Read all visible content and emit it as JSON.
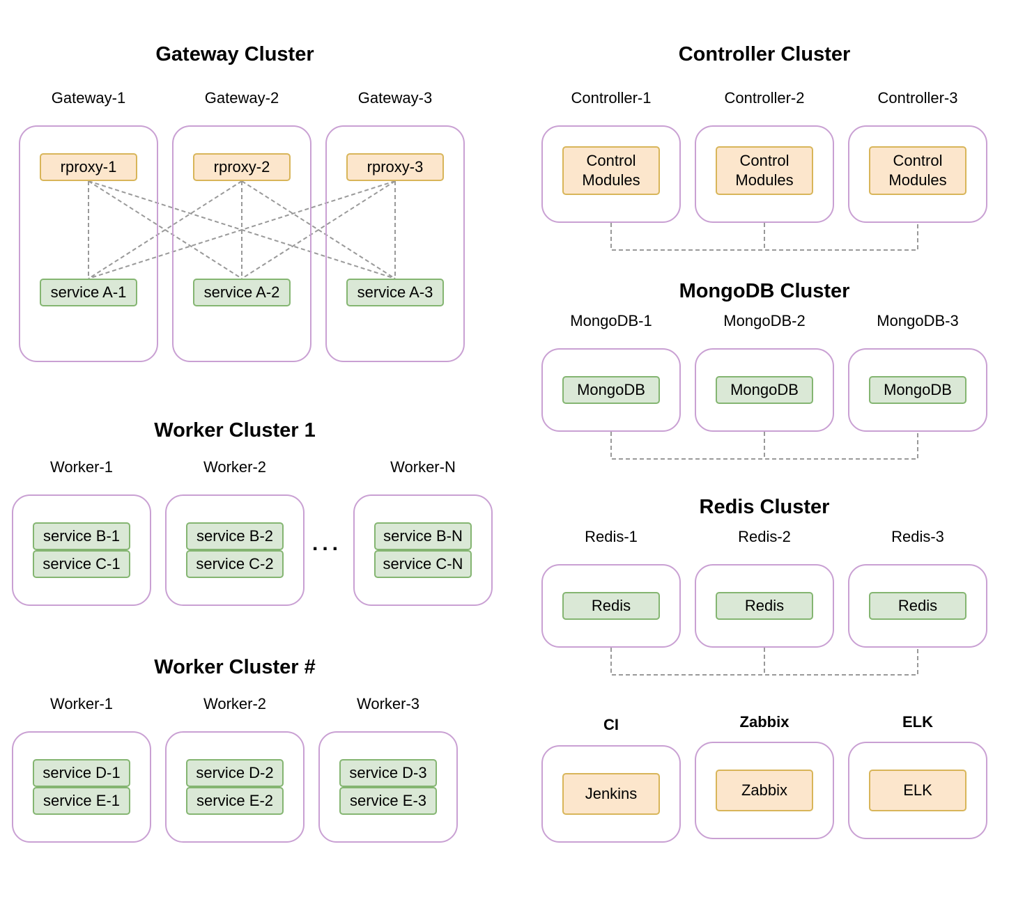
{
  "gateway": {
    "title": "Gateway Cluster",
    "nodes": [
      {
        "name": "Gateway-1",
        "proxy": "rproxy-1",
        "service": "service A-1"
      },
      {
        "name": "Gateway-2",
        "proxy": "rproxy-2",
        "service": "service A-2"
      },
      {
        "name": "Gateway-3",
        "proxy": "rproxy-3",
        "service": "service A-3"
      }
    ]
  },
  "worker1": {
    "title": "Worker Cluster 1",
    "ellipsis": "...",
    "nodes": [
      {
        "name": "Worker-1",
        "svc1": "service B-1",
        "svc2": "service C-1"
      },
      {
        "name": "Worker-2",
        "svc1": "service B-2",
        "svc2": "service C-2"
      },
      {
        "name": "Worker-N",
        "svc1": "service B-N",
        "svc2": "service C-N"
      }
    ]
  },
  "workerN": {
    "title": "Worker Cluster #",
    "nodes": [
      {
        "name": "Worker-1",
        "svc1": "service D-1",
        "svc2": "service E-1"
      },
      {
        "name": "Worker-2",
        "svc1": "service D-2",
        "svc2": "service E-2"
      },
      {
        "name": "Worker-3",
        "svc1": "service D-3",
        "svc2": "service E-3"
      }
    ]
  },
  "controller": {
    "title": "Controller Cluster",
    "nodes": [
      {
        "name": "Controller-1",
        "module": "Control Modules"
      },
      {
        "name": "Controller-2",
        "module": "Control Modules"
      },
      {
        "name": "Controller-3",
        "module": "Control Modules"
      }
    ]
  },
  "mongodb": {
    "title": "MongoDB Cluster",
    "nodes": [
      {
        "name": "MongoDB-1",
        "db": "MongoDB"
      },
      {
        "name": "MongoDB-2",
        "db": "MongoDB"
      },
      {
        "name": "MongoDB-3",
        "db": "MongoDB"
      }
    ]
  },
  "redis": {
    "title": "Redis Cluster",
    "nodes": [
      {
        "name": "Redis-1",
        "db": "Redis"
      },
      {
        "name": "Redis-2",
        "db": "Redis"
      },
      {
        "name": "Redis-3",
        "db": "Redis"
      }
    ]
  },
  "tools": [
    {
      "name": "CI",
      "app": "Jenkins"
    },
    {
      "name": "Zabbix",
      "app": "Zabbix"
    },
    {
      "name": "ELK",
      "app": "ELK"
    }
  ],
  "colors": {
    "node_border": "#c9a0d3",
    "orange_fill": "#fce6cc",
    "orange_border": "#d8b559",
    "green_fill": "#dae8d6",
    "green_border": "#84b571",
    "connector": "#999999"
  }
}
